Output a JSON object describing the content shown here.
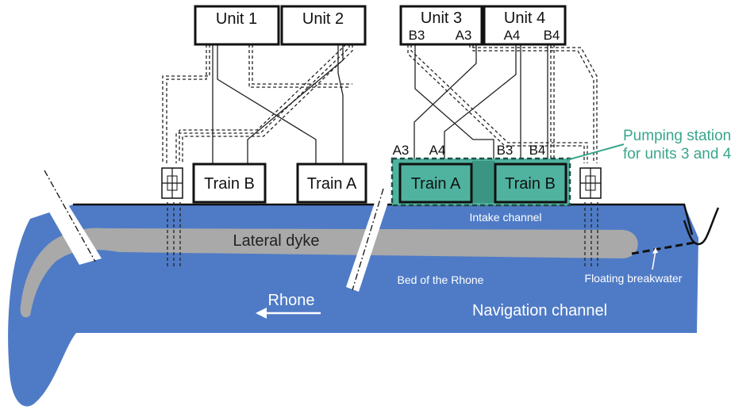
{
  "units": [
    {
      "label": "Unit 1",
      "sub": []
    },
    {
      "label": "Unit 2",
      "sub": []
    },
    {
      "label": "Unit 3",
      "sub": [
        "B3",
        "A3"
      ]
    },
    {
      "label": "Unit 4",
      "sub": [
        "A4",
        "B4"
      ]
    }
  ],
  "trains_left": {
    "train_b": "Train B",
    "train_a": "Train A"
  },
  "trains_right": {
    "train_a": "Train A",
    "train_b": "Train B"
  },
  "connection_labels": {
    "a3": "A3",
    "a4": "A4",
    "b3": "B3",
    "b4": "B4"
  },
  "pumping_station": {
    "line1": "Pumping station",
    "line2": "for units 3 and 4"
  },
  "water_labels": {
    "intake_channel": "Intake channel",
    "lateral_dyke": "Lateral dyke",
    "bed_of_rhone": "Bed of the Rhone",
    "floating_breakwater": "Floating breakwater",
    "rhone": "Rhone",
    "navigation_channel": "Navigation channel"
  },
  "colors": {
    "water": "#4f7bc6",
    "dyke": "#a9a9a9",
    "station_fill": "#4fb3a0",
    "station_dark": "#3a9582",
    "accent_green": "#3aa68c",
    "outline": "#111111"
  }
}
